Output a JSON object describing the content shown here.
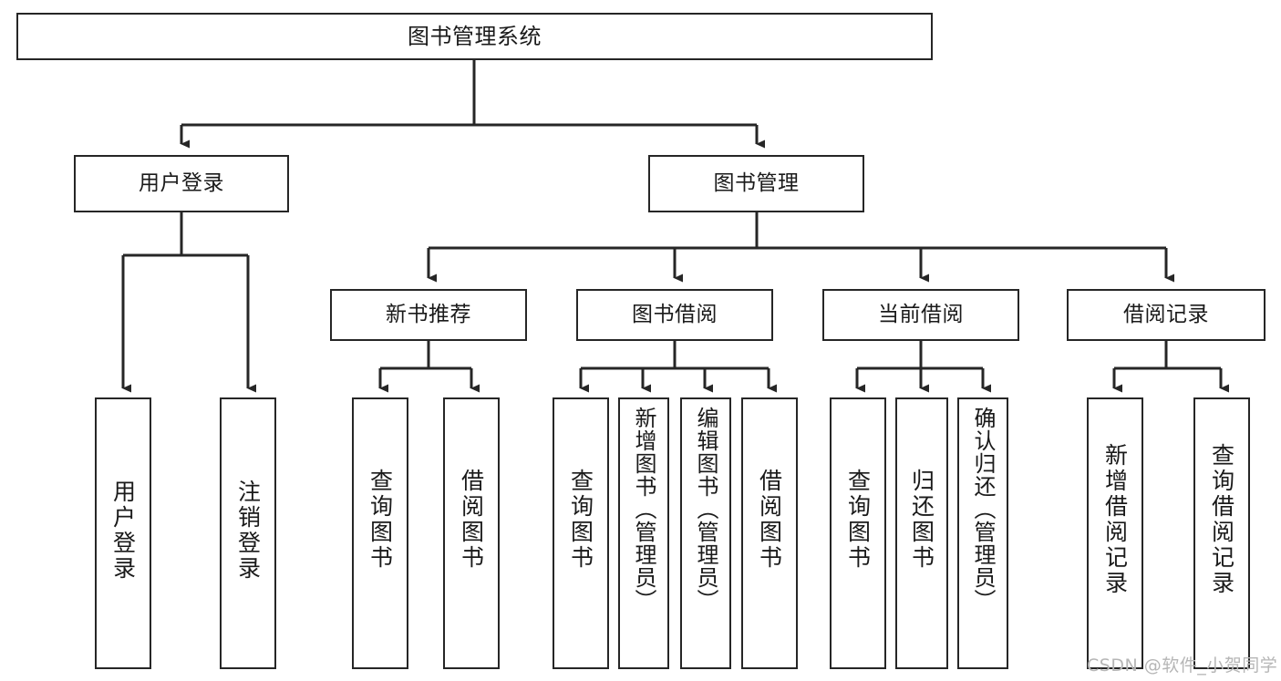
{
  "diagram": {
    "title": "图书管理系统",
    "type": "tree-hierarchy",
    "watermark": "CSDN @软件_小贺同学",
    "colors": {
      "box_border": "#262626",
      "box_fill": "#ffffff",
      "connector": "#262626",
      "text": "#1a1a1a",
      "watermark": "#b6b6b6",
      "background": "#ffffff"
    }
  },
  "nodes": {
    "root": {
      "label": "图书管理系统"
    },
    "level1": [
      {
        "id": "user-login",
        "label": "用户登录"
      },
      {
        "id": "book-management",
        "label": "图书管理"
      }
    ],
    "level2": [
      {
        "id": "new-book-recommend",
        "label": "新书推荐"
      },
      {
        "id": "book-borrow",
        "label": "图书借阅"
      },
      {
        "id": "current-borrow",
        "label": "当前借阅"
      },
      {
        "id": "borrow-record",
        "label": "借阅记录"
      }
    ],
    "leaves": {
      "user-login": [
        {
          "id": "leaf-user-login",
          "label": "用户登录"
        },
        {
          "id": "leaf-logout-login",
          "label": "注销登录"
        }
      ],
      "new-book-recommend": [
        {
          "id": "leaf-query-book-1",
          "label": "查询图书"
        },
        {
          "id": "leaf-borrow-book-1",
          "label": "借阅图书"
        }
      ],
      "book-borrow": [
        {
          "id": "leaf-query-book-2",
          "label": "查询图书"
        },
        {
          "id": "leaf-add-book",
          "label": "新增图书（管理员）"
        },
        {
          "id": "leaf-edit-book",
          "label": "编辑图书（管理员）"
        },
        {
          "id": "leaf-borrow-book-2",
          "label": "借阅图书"
        }
      ],
      "current-borrow": [
        {
          "id": "leaf-query-book-3",
          "label": "查询图书"
        },
        {
          "id": "leaf-return-book",
          "label": "归还图书"
        },
        {
          "id": "leaf-confirm-return",
          "label": "确认归还（管理员）"
        }
      ],
      "borrow-record": [
        {
          "id": "leaf-add-record",
          "label": "新增借阅记录"
        },
        {
          "id": "leaf-query-record",
          "label": "查询借阅记录"
        }
      ]
    }
  }
}
